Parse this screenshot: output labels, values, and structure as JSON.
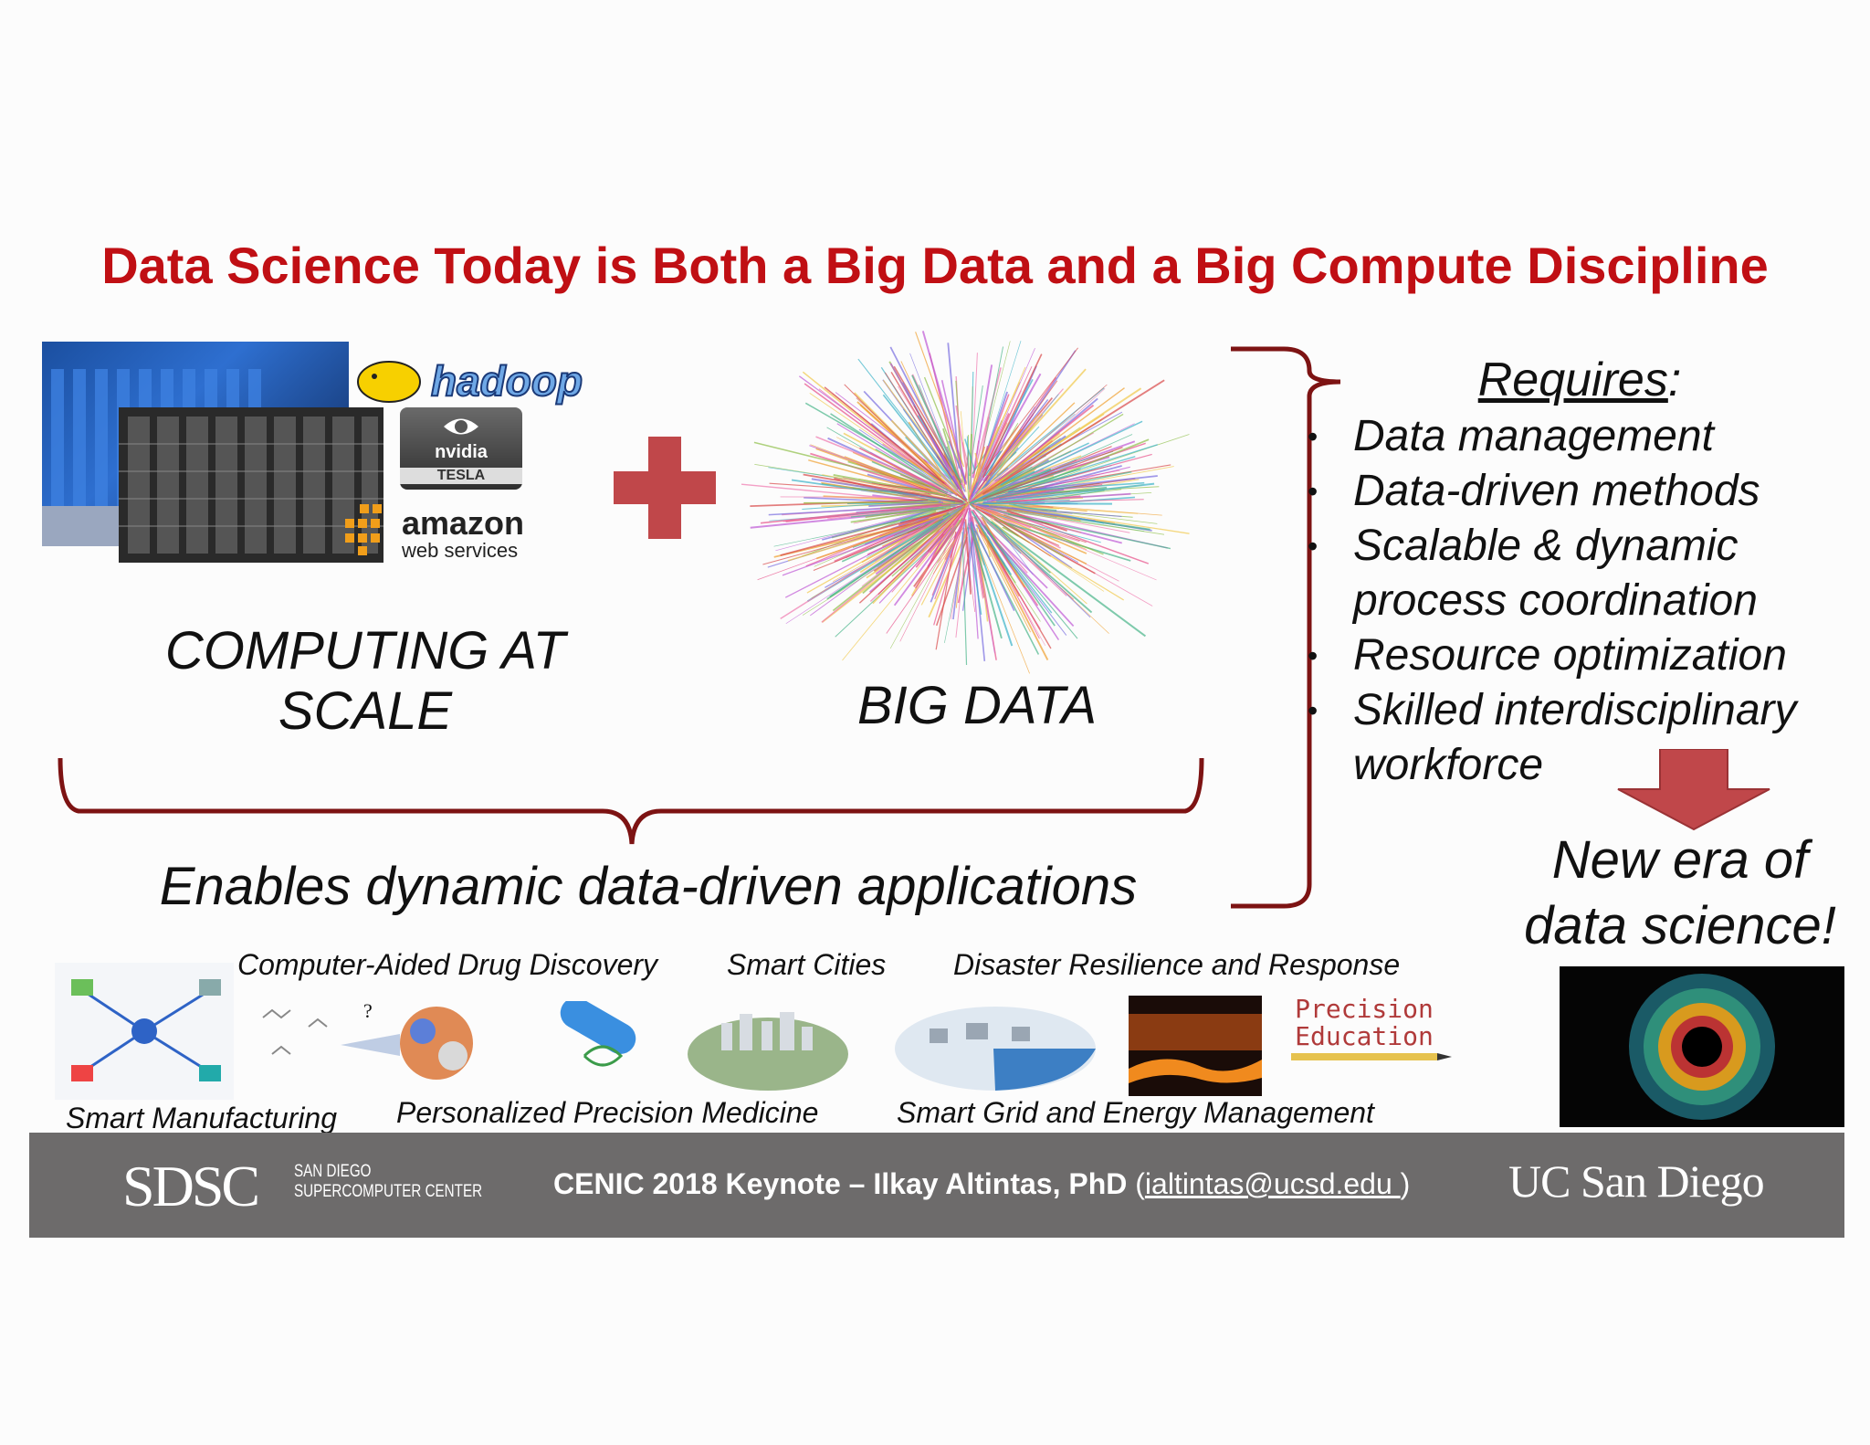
{
  "title": "Data Science Today is Both a Big Data and a Big Compute Discipline",
  "left": {
    "computing_label_line1": "COMPUTING AT",
    "computing_label_line2": "SCALE",
    "logos": {
      "hadoop": "hadoop",
      "nvidia": "nvidia",
      "tesla": "TESLA",
      "amazon": "amazon",
      "aws": "web services"
    }
  },
  "big_data_label": "BIG DATA",
  "enables_label": "Enables dynamic data-driven applications",
  "requires": {
    "title": "Requires",
    "title_suffix": ":",
    "items": [
      "Data management",
      "Data-driven methods",
      "Scalable & dynamic process coordination",
      "Resource optimization",
      "Skilled interdisciplinary workforce"
    ]
  },
  "new_era_line1": "New era of",
  "new_era_line2": "data science!",
  "applications": {
    "drug_discovery": "Computer-Aided Drug Discovery",
    "smart_cities": "Smart Cities",
    "disaster": "Disaster Resilience and Response",
    "manufacturing": "Smart Manufacturing",
    "medicine": "Personalized Precision Medicine",
    "smart_grid": "Smart Grid and Energy Management",
    "precision_line1": "Precision",
    "precision_line2": "Education"
  },
  "footer": {
    "sdsc": "SDSC",
    "sdsc_sub1": "SAN DIEGO",
    "sdsc_sub2": "SUPERCOMPUTER CENTER",
    "text": "CENIC 2018 Keynote – Ilkay Altintas, PhD",
    "paren_open": "(",
    "email": "ialtintas@ucsd.edu ",
    "paren_close": ")",
    "ucsd": "UC San Diego"
  },
  "colors": {
    "title": "#c00f14",
    "bracket": "#7d1313",
    "plus": "#c0474a",
    "arrow": "#c0474a",
    "footer": "#6d6b6b"
  }
}
